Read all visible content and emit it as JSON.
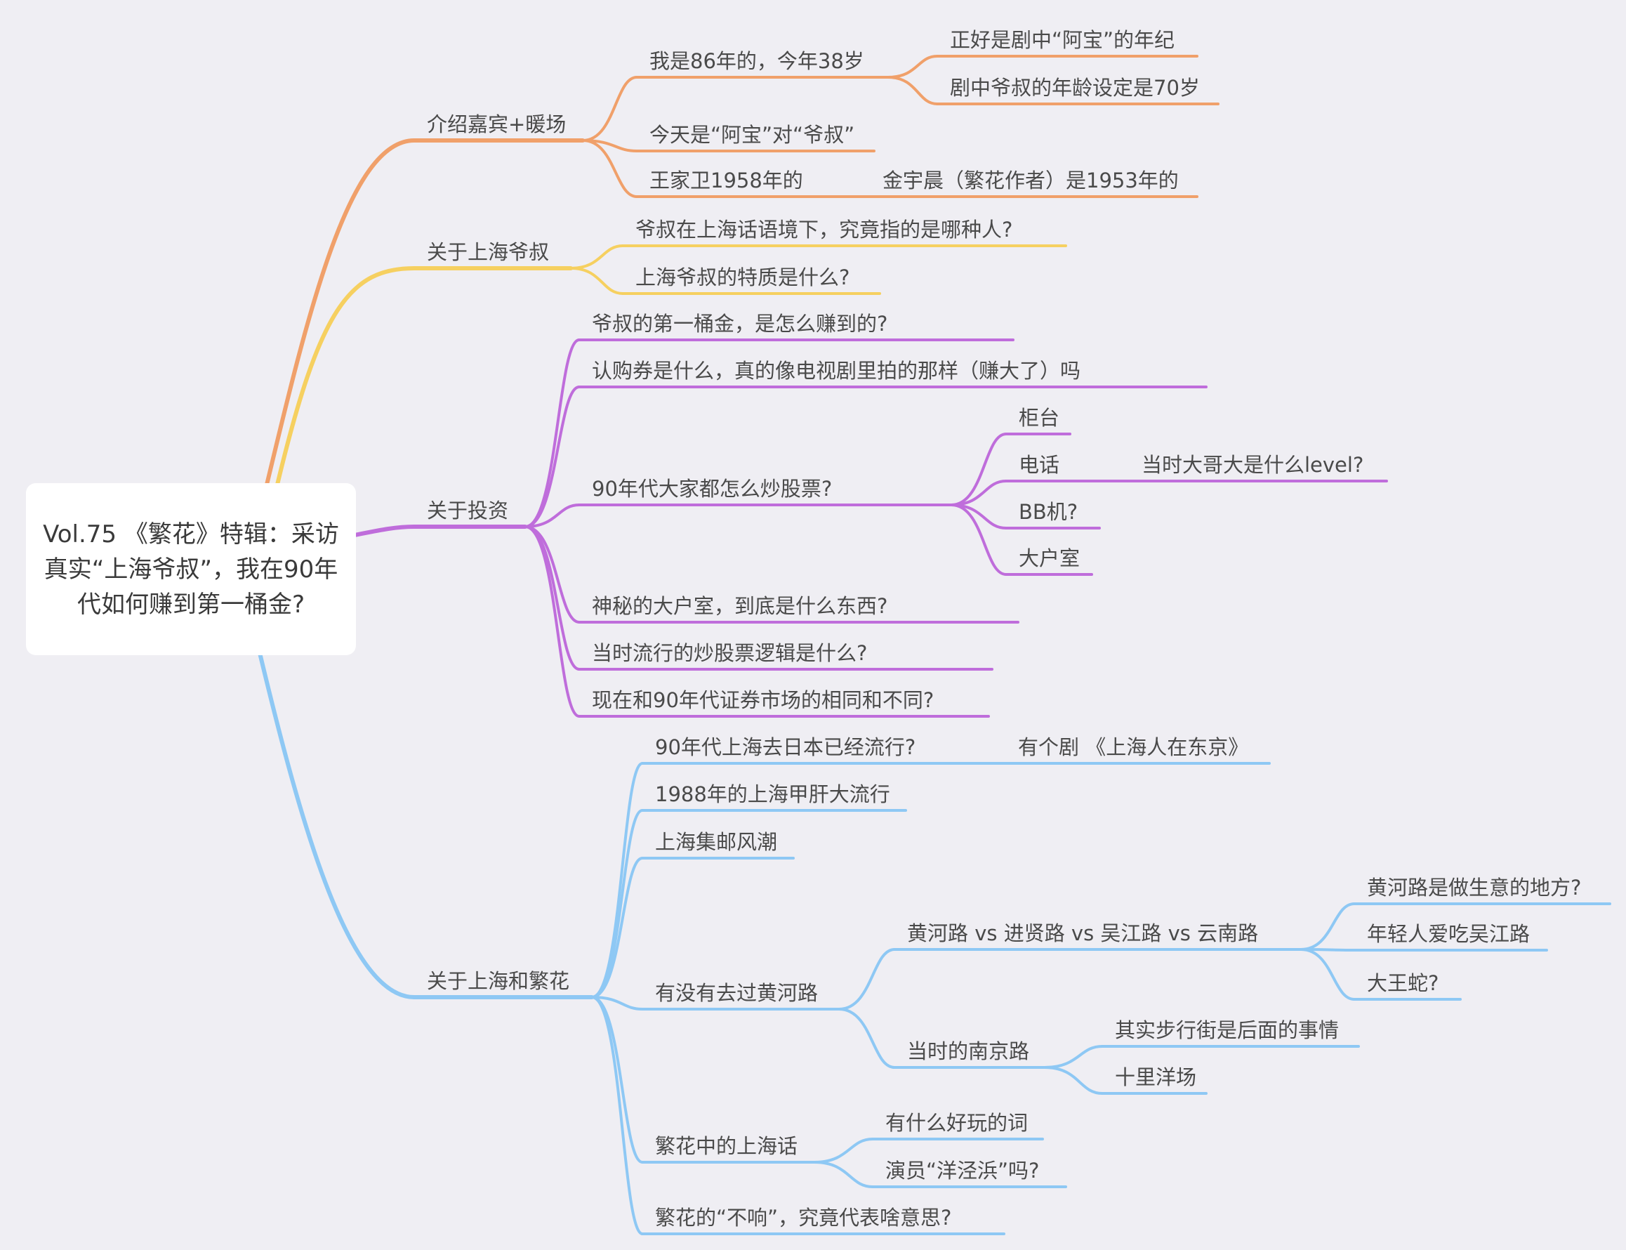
{
  "root": {
    "title": "Vol.75 《繁花》特辑：采访真实“上海爷叔”，我在90年代如何赚到第一桶金?"
  },
  "colors": {
    "b1": "#f0a06a",
    "b2": "#f6d060",
    "b3": "#bf6ddb",
    "b4": "#8ec8f4"
  },
  "branches": [
    {
      "id": "b1",
      "label": "介绍嘉宾+暖场",
      "children": [
        {
          "label": "我是86年的，今年38岁",
          "children": [
            {
              "label": "正好是剧中“阿宝”的年纪"
            },
            {
              "label": "剧中爷叔的年龄设定是70岁"
            }
          ]
        },
        {
          "label": "今天是“阿宝”对“爷叔”"
        },
        {
          "label": "王家卫1958年的",
          "children": [
            {
              "label": "金宇晨（繁花作者）是1953年的"
            }
          ]
        }
      ]
    },
    {
      "id": "b2",
      "label": "关于上海爷叔",
      "children": [
        {
          "label": "爷叔在上海话语境下，究竟指的是哪种人?"
        },
        {
          "label": "上海爷叔的特质是什么?"
        }
      ]
    },
    {
      "id": "b3",
      "label": "关于投资",
      "children": [
        {
          "label": "爷叔的第一桶金，是怎么赚到的?"
        },
        {
          "label": "认购券是什么，真的像电视剧里拍的那样（赚大了）吗"
        },
        {
          "label": "90年代大家都怎么炒股票?",
          "children": [
            {
              "label": "柜台"
            },
            {
              "label": "电话",
              "children": [
                {
                  "label": "当时大哥大是什么level?"
                }
              ]
            },
            {
              "label": "BB机?"
            },
            {
              "label": "大户室"
            }
          ]
        },
        {
          "label": "神秘的大户室，到底是什么东西?"
        },
        {
          "label": "当时流行的炒股票逻辑是什么?"
        },
        {
          "label": "现在和90年代证券市场的相同和不同?"
        }
      ]
    },
    {
      "id": "b4",
      "label": "关于上海和繁花",
      "children": [
        {
          "label": "90年代上海去日本已经流行?",
          "children": [
            {
              "label": "有个剧 《上海人在东京》"
            }
          ]
        },
        {
          "label": "1988年的上海甲肝大流行"
        },
        {
          "label": "上海集邮风潮"
        },
        {
          "label": "有没有去过黄河路",
          "children": [
            {
              "label": "黄河路 vs 进贤路 vs 吴江路 vs 云南路",
              "children": [
                {
                  "label": "黄河路是做生意的地方?"
                },
                {
                  "label": "年轻人爱吃吴江路"
                },
                {
                  "label": "大王蛇?"
                }
              ]
            },
            {
              "label": "当时的南京路",
              "children": [
                {
                  "label": "其实步行街是后面的事情"
                },
                {
                  "label": "十里洋场"
                }
              ]
            }
          ]
        },
        {
          "label": "繁花中的上海话",
          "children": [
            {
              "label": "有什么好玩的词"
            },
            {
              "label": "演员“洋泾浜”吗?"
            }
          ]
        },
        {
          "label": "繁花的“不响”，究竟代表啥意思?"
        }
      ]
    }
  ]
}
